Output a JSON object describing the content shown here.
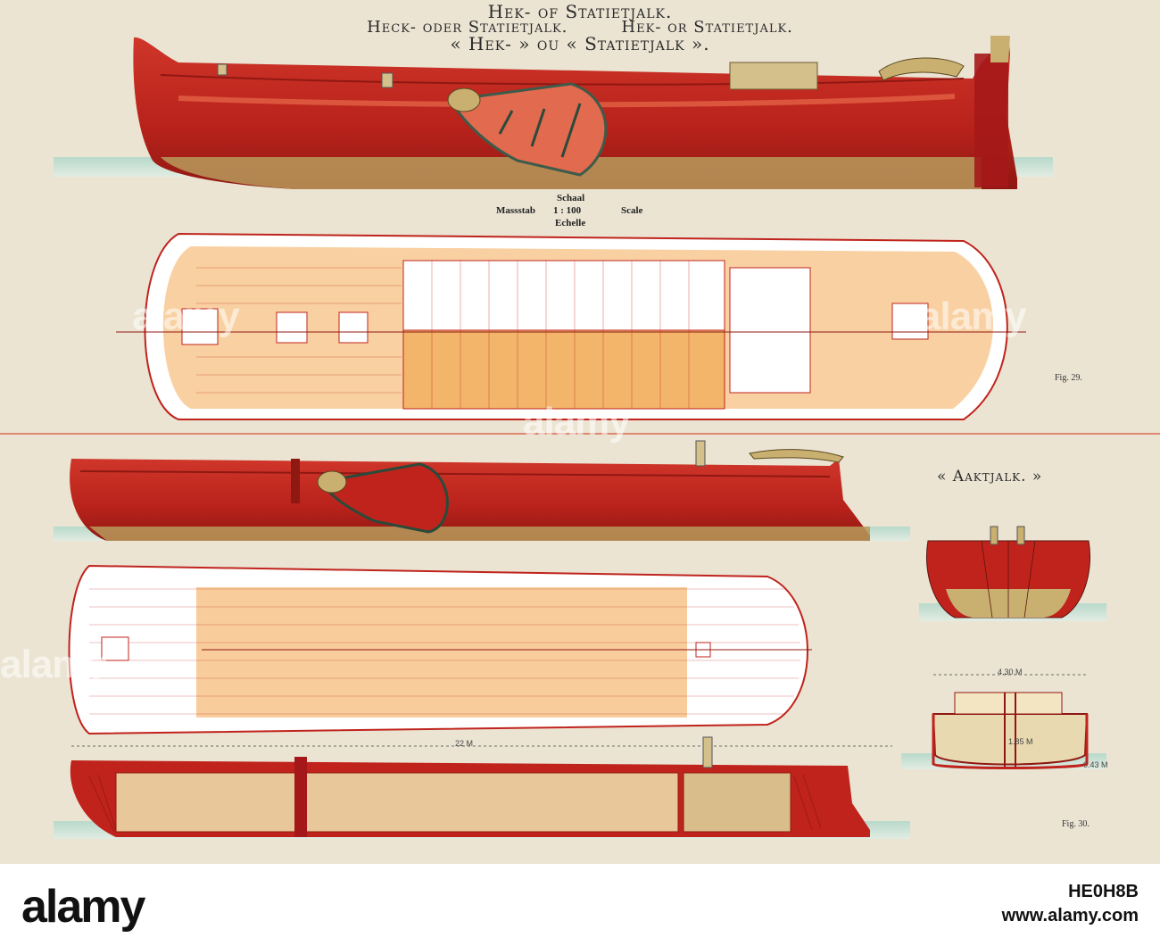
{
  "title": {
    "line1": "Hek- of Statietjalk.",
    "line2_left": "Heck- oder Statietjalk.",
    "line2_right": "Hek- or Statietjalk.",
    "line3": "« Hek- » ou « Statietjalk »."
  },
  "scale": {
    "schaal": "Schaal",
    "massstab": "Massstab",
    "ratio": "1 : 100",
    "scale": "Scale",
    "echelle": "Echelle"
  },
  "figures": {
    "fig29": "Fig. 29.",
    "fig30": "Fig. 30.",
    "aaktjalk": "« Aaktjalk. »"
  },
  "dimensions": {
    "length": "22 M",
    "beam": "4.30 M",
    "depth": "1.85 M",
    "draft": "0.43 M"
  },
  "watermark": {
    "text": "alamy"
  },
  "footer": {
    "logo": "alamy",
    "image_id": "HE0H8B",
    "url": "www.alamy.com"
  },
  "colors": {
    "paper": "#ebe4d3",
    "hull_red": "#c0231c",
    "hull_dark": "#8f1812",
    "deck_orange": "#f2b56a",
    "water": "#a9cfc0",
    "wood": "#c9b070"
  }
}
